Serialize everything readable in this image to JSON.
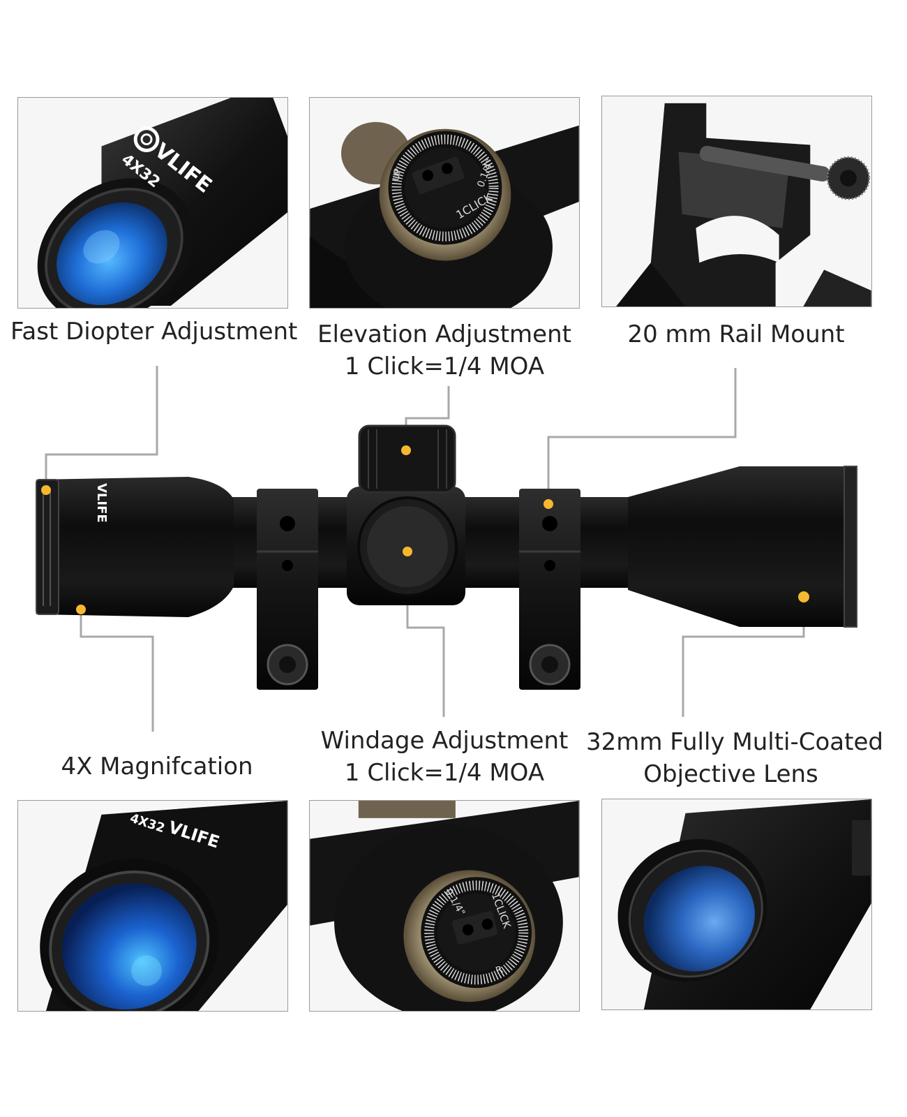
{
  "brand": {
    "logo_text": "VLIFE",
    "model": "4X32"
  },
  "labels": {
    "diopter": [
      "Fast Diopter Adjustment"
    ],
    "elevation": [
      "Elevation Adjustment",
      "1 Click=1/4 MOA"
    ],
    "rail": [
      "20 mm Rail Mount"
    ],
    "magnification": [
      "4X Magnifcation"
    ],
    "windage": [
      "Windage Adjustment",
      "1 Click=1/4 MOA"
    ],
    "objective": [
      "32mm Fully Multi-Coated",
      "Objective Lens"
    ]
  },
  "turret_markings": {
    "click": "1CLICK",
    "value": "0.1/4\"",
    "up": "UP",
    "r": "R"
  },
  "colors": {
    "callout_dot": "#f5b82e",
    "callout_line": "#a8a8a8",
    "lens_blue": "#1f6fd8",
    "scope_black": "#141414",
    "brass": "#8a7a5c"
  }
}
